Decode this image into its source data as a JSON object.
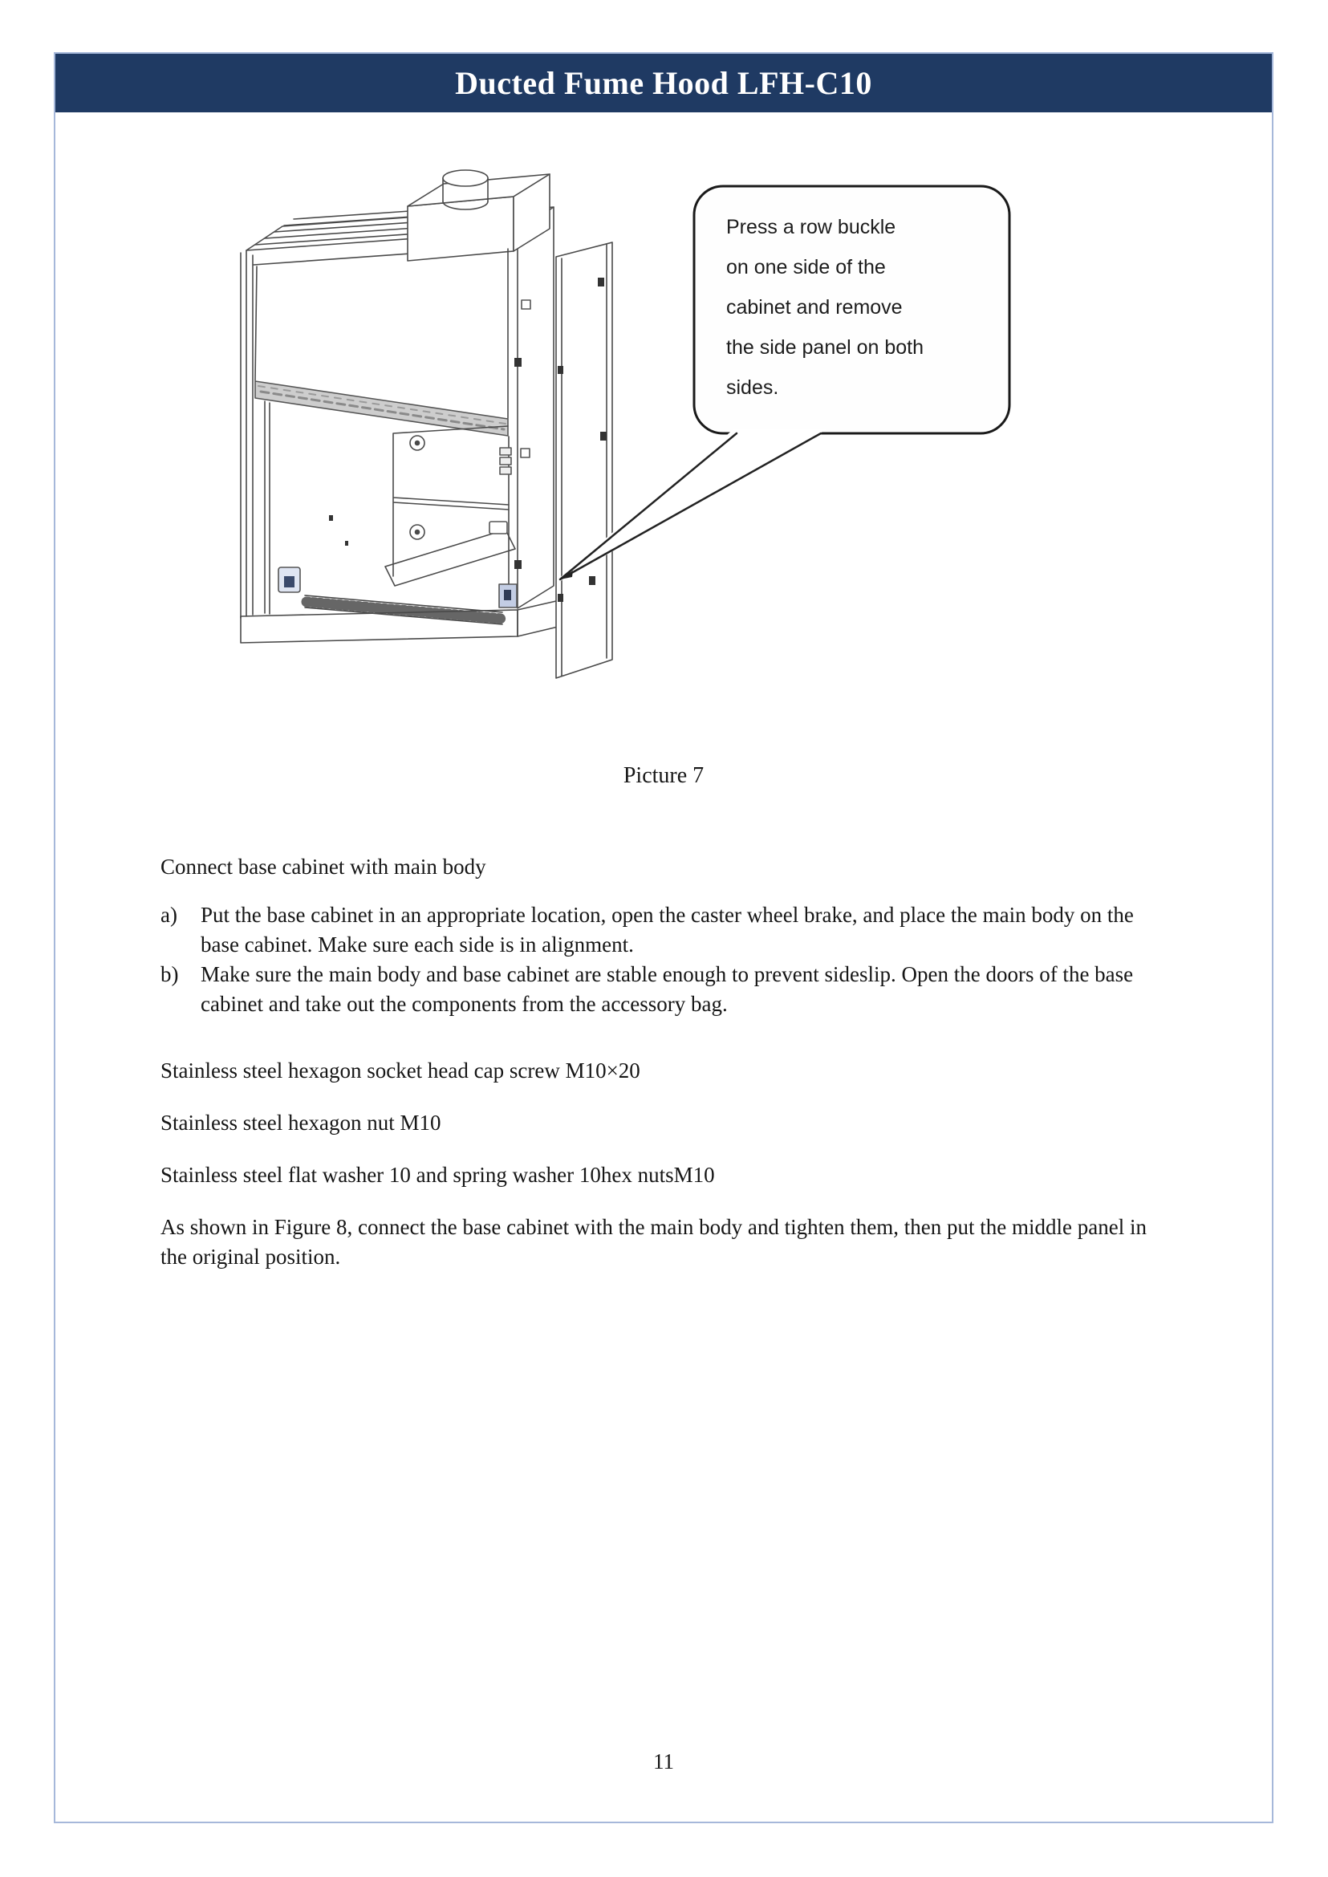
{
  "page": {
    "header": {
      "title": "Ducted Fume Hood LFH-C10"
    },
    "figure": {
      "callout_lines": [
        "Press a row buckle",
        "on one side of the",
        "cabinet and remove",
        "the side panel on both",
        "sides."
      ],
      "caption": "Picture 7"
    },
    "body": {
      "heading": "Connect base cabinet with main body",
      "list": [
        {
          "marker": "a)",
          "text": "Put the base cabinet in an appropriate location, open the caster wheel brake, and place the main body on the base cabinet. Make sure each side is in alignment."
        },
        {
          "marker": "b)",
          "text": "Make sure the main body and base cabinet are stable enough to prevent sideslip. Open the doors of the base cabinet and take out the components from the accessory bag."
        }
      ],
      "paragraphs": [
        "Stainless steel hexagon socket head cap screw M10×20",
        "Stainless steel hexagon nut M10",
        "Stainless steel flat washer 10 and spring washer 10hex nutsM10",
        "As shown in Figure 8, connect the base cabinet with the main body and tighten them, then put the middle panel in the original position."
      ]
    },
    "footer": {
      "page_number": "11"
    }
  },
  "colors": {
    "header_bg": "#1f3a63",
    "page_border": "#a6b8da",
    "text": "#161616"
  }
}
